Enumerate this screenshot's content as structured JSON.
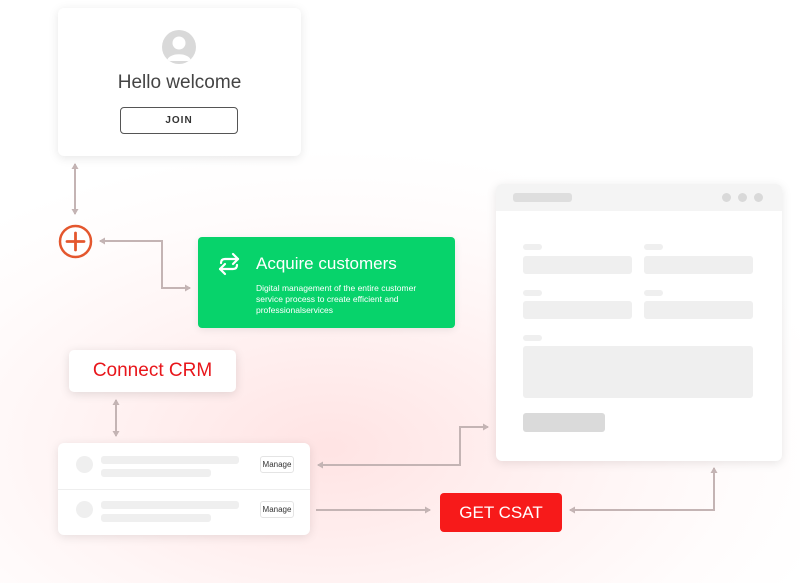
{
  "welcome": {
    "title": "Hello welcome",
    "join_label": "JOIN"
  },
  "acquire": {
    "title": "Acquire customers",
    "description": "Digital management of the entire customer service process to create efficient and professionalservices"
  },
  "connect_crm": {
    "label": "Connect CRM"
  },
  "list": {
    "rows": [
      {
        "manage_label": "Manage"
      },
      {
        "manage_label": "Manage"
      }
    ]
  },
  "get_csat": {
    "label": "GET CSAT"
  },
  "colors": {
    "accent_green": "#07d36b",
    "accent_red": "#f71a1a",
    "crm_text_red": "#e8161b",
    "plus_orange": "#e4572e",
    "connector_gray": "#c4b4b4"
  },
  "icons": {
    "avatar": "user-avatar-icon",
    "plus": "plus-circle-icon",
    "transfer": "arrows-exchange-icon"
  }
}
